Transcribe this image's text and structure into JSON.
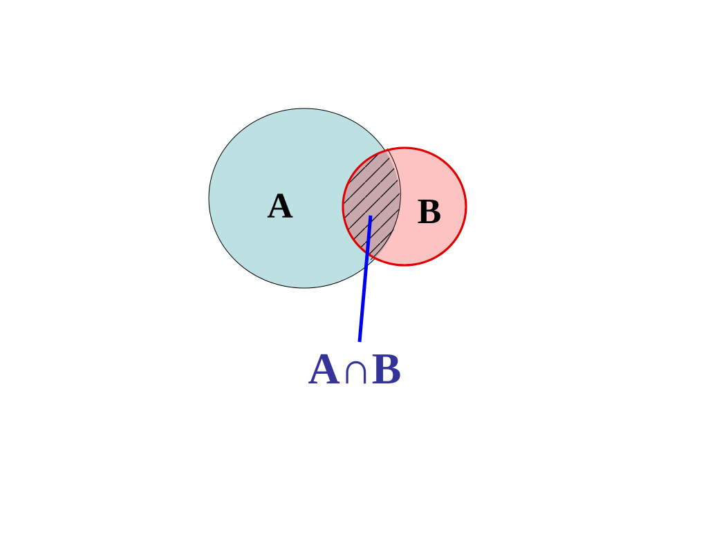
{
  "diagram": {
    "sets": [
      {
        "label": "A",
        "fill": "#bde0e3",
        "stroke": "#000000"
      },
      {
        "label": "B",
        "fill": "#fdc3c3",
        "stroke": "#e00000"
      }
    ],
    "intersection": {
      "label": "A∩B",
      "hatch_fill": "#c8a8ac",
      "hatch_stroke": "#000000",
      "label_color": "#333399",
      "pointer_color": "#0000ee"
    }
  }
}
